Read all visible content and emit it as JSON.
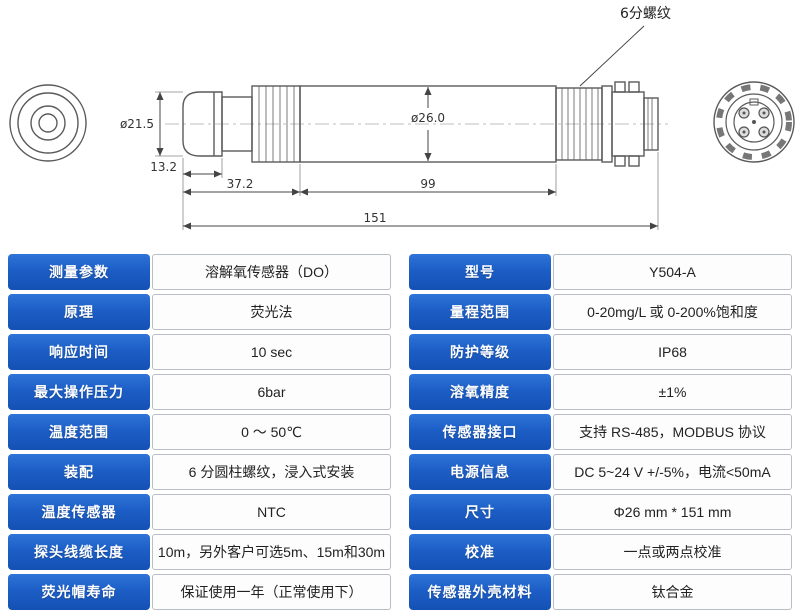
{
  "colors": {
    "accent": "#1c5ec6",
    "line": "#555555",
    "dim": "#444444"
  },
  "diagram": {
    "thread_label": "6分螺纹",
    "dims": {
      "dia_cap": "ø21.5",
      "dia_body": "ø26.0",
      "len_tip": "13.2",
      "len_front": "37.2",
      "len_body": "99",
      "len_total": "151"
    }
  },
  "table": {
    "left": [
      {
        "label": "测量参数",
        "value": "溶解氧传感器（DO）"
      },
      {
        "label": "原理",
        "value": "荧光法"
      },
      {
        "label": "响应时间",
        "value": "10 sec"
      },
      {
        "label": "最大操作压力",
        "value": "6bar"
      },
      {
        "label": "温度范围",
        "value": "0 ～ 50℃"
      },
      {
        "label": "装配",
        "value": "6 分圆柱螺纹，浸入式安装"
      },
      {
        "label": "温度传感器",
        "value": "NTC"
      },
      {
        "label": "探头线缆长度",
        "value": "10m，另外客户可选5m、15m和30m"
      },
      {
        "label": "荧光帽寿命",
        "value": "保证使用一年（正常使用下）"
      }
    ],
    "right": [
      {
        "label": "型号",
        "value": "Y504-A"
      },
      {
        "label": "量程范围",
        "value": "0-20mg/L 或 0-200%饱和度"
      },
      {
        "label": "防护等级",
        "value": "IP68"
      },
      {
        "label": "溶氧精度",
        "value": "±1%"
      },
      {
        "label": "传感器接口",
        "value": "支持 RS-485，MODBUS 协议"
      },
      {
        "label": "电源信息",
        "value": "DC 5~24 V +/-5%，电流<50mA"
      },
      {
        "label": "尺寸",
        "value": "Φ26 mm * 151 mm"
      },
      {
        "label": "校准",
        "value": "一点或两点校准"
      },
      {
        "label": "传感器外壳材料",
        "value": "钛合金"
      }
    ]
  }
}
